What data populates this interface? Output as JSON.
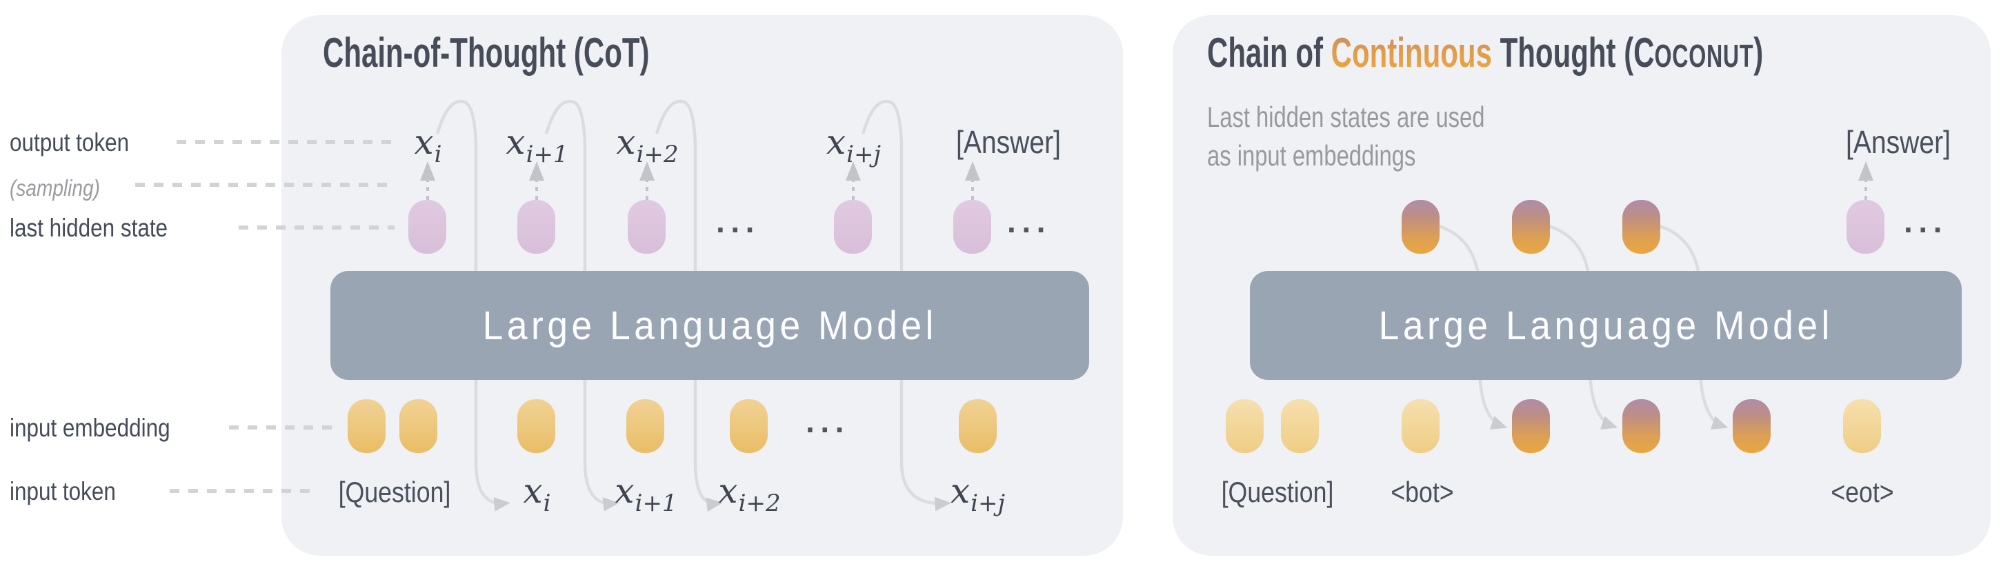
{
  "shared": {
    "llm_label": "Large Language Model",
    "dots": "···",
    "answer_token": "[Answer]",
    "question_token": "[Question]"
  },
  "left_panel": {
    "title": "Chain-of-Thought (CoT)",
    "side_labels": {
      "output_token": "output token",
      "sampling": "(sampling)",
      "last_hidden_state": "last hidden state",
      "input_embedding": "input embedding",
      "input_token": "input token"
    },
    "x_tokens": [
      {
        "base": "x",
        "sub": "i"
      },
      {
        "base": "x",
        "sub": "i+1"
      },
      {
        "base": "x",
        "sub": "i+2"
      },
      {
        "base": "x",
        "sub": "i+j"
      }
    ]
  },
  "right_panel": {
    "title": {
      "part1": "Chain of ",
      "highlight": "Continuous",
      "part2": " Thought (",
      "smallcaps_initial": "C",
      "smallcaps_rest": "OCONUT",
      "part3": ")"
    },
    "subtitle_line1": "Last hidden states are used",
    "subtitle_line2": "as input embeddings",
    "bot_token": "<bot>",
    "eot_token": "<eot>"
  },
  "colors": {
    "panel_background": "#eff1f5",
    "llm_bar": "#9aa5b3",
    "title_text": "#474d58",
    "continuous_orange_top": "#c08d62",
    "continuous_orange_bottom": "#eda93f",
    "subtitle_gray": "#97999c",
    "hidden_state_pink": "#dcc4dd",
    "embedding_yellow": "#eec883",
    "thought_gradient_top": "#b08ca8",
    "thought_gradient_bottom": "#eaa73f",
    "flow_line_gray": "#dcdcde"
  }
}
